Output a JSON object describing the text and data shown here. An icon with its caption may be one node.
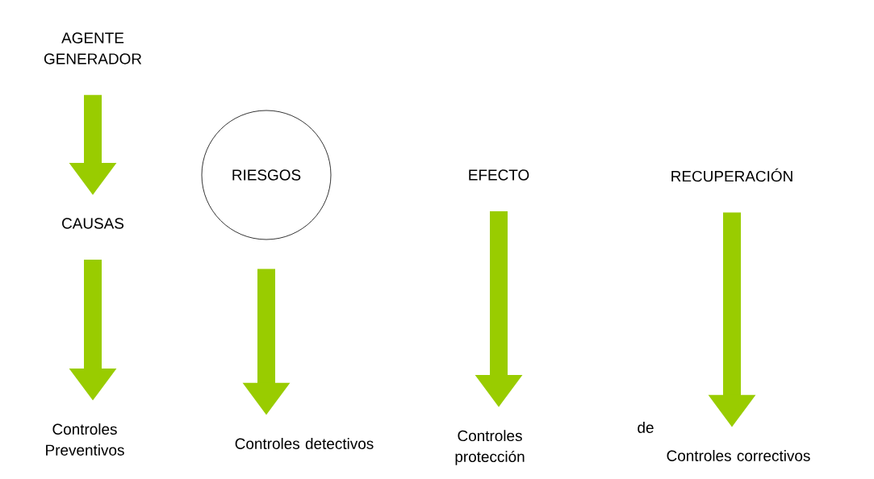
{
  "diagram": {
    "nodes": [
      {
        "text": [
          "AGENTE GENERADOR"
        ]
      },
      {
        "text": [
          "CAUSAS"
        ]
      },
      {
        "text": [
          "RIESGOS"
        ]
      },
      {
        "text": [
          "EFECTO"
        ]
      },
      {
        "text": [
          "RECUPERACIÓN"
        ]
      },
      {
        "text": [
          "Controles Preventivos"
        ]
      },
      {
        "text": [
          "Controles detectivos"
        ]
      },
      {
        "text": [
          "Controles protección"
        ]
      },
      {
        "text": [
          "Controles correctivos"
        ]
      }
    ],
    "edges": [
      {
        "from": 0,
        "to": 1,
        "arrow": "to"
      },
      {
        "from": 1,
        "to": 5,
        "arrow": "to"
      },
      {
        "from": 2,
        "to": 6,
        "arrow": "to"
      },
      {
        "from": 3,
        "to": 7,
        "arrow": "to"
      },
      {
        "from": 4,
        "to": 8,
        "arrow": "to"
      }
    ],
    "labels": [
      "de"
    ]
  }
}
